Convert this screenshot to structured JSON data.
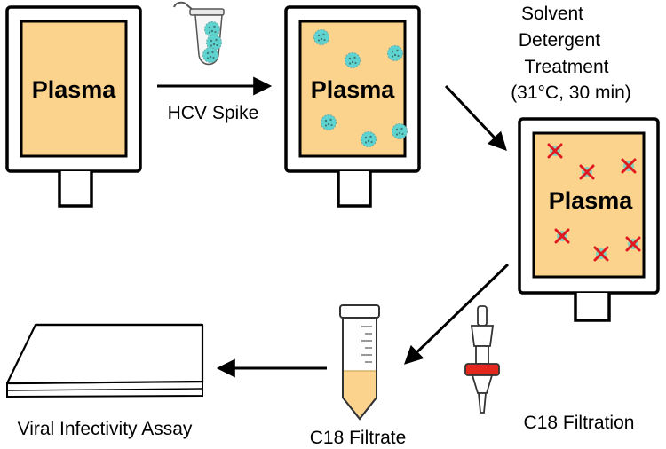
{
  "bags": {
    "bag1_label": "Plasma",
    "bag2_label": "Plasma",
    "bag3_label": "Plasma"
  },
  "steps": {
    "spike_label": "HCV Spike",
    "sd_line1": "Solvent",
    "sd_line2": "Detergent",
    "sd_line3": "Treatment",
    "sd_line4": "(31°C, 30 min)",
    "filtration_label": "C18 Filtration",
    "filtrate_label": "C18 Filtrate",
    "assay_label": "Viral Infectivity Assay"
  },
  "colors": {
    "plasma_fill": "#fbd38d",
    "virus_fill": "#5fd3cf",
    "inactivated_mark": "#e0191f",
    "filter_cap": "#e5281e",
    "filtrate_fill": "#fbd38d"
  },
  "icons": {
    "tube_icon": "microcentrifuge-tube-icon",
    "virus_icon": "virus-particle-icon",
    "inactivated_icon": "x-mark-icon",
    "filter_icon": "syringe-filter-icon",
    "conical_tube_icon": "conical-tube-icon",
    "plate_icon": "assay-plate-icon"
  }
}
